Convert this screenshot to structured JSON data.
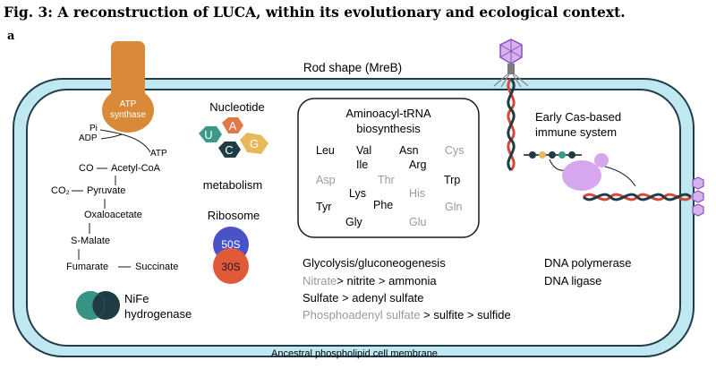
{
  "figure": {
    "title": "Fig. 3: A reconstruction of LUCA, within its evolutionary and ecological context.",
    "panel": "a"
  },
  "cell": {
    "shape_label": "Rod shape (MreB)",
    "membrane_label": "Ancestral phospholipid cell membrane"
  },
  "atp_synthase": {
    "label_line1": "ATP",
    "label_line2": "synthase",
    "pi": "Pi",
    "adp": "ADP",
    "atp": "ATP"
  },
  "pathway": {
    "co": "CO",
    "acetyl_coa": "Acetyl-CoA",
    "co2": "CO₂",
    "pyruvate": "Pyruvate",
    "oxaloacetate": "Oxaloacetate",
    "s_malate": "S-Malate",
    "fumarate": "Fumarate",
    "succinate": "Succinate"
  },
  "hydrogenase": {
    "line1": "NiFe",
    "line2": "hydrogenase"
  },
  "nucleotide": {
    "title": "Nucleotide",
    "subtitle": "metabolism",
    "bases": [
      "U",
      "A",
      "G",
      "C"
    ]
  },
  "ribosome": {
    "title": "Ribosome",
    "large": "50S",
    "small": "30S"
  },
  "trna": {
    "title_line1": "Aminoacyl-tRNA",
    "title_line2": "biosynthesis",
    "acids": {
      "leu": "Leu",
      "val": "Val",
      "asn": "Asn",
      "cys": "Cys",
      "ile": "Ile",
      "arg": "Arg",
      "asp": "Asp",
      "thr": "Thr",
      "trp": "Trp",
      "lys": "Lys",
      "his": "His",
      "tyr": "Tyr",
      "phe": "Phe",
      "gln": "Gln",
      "gly": "Gly",
      "glu": "Glu"
    }
  },
  "cas": {
    "line1": "Early Cas-based",
    "line2": "immune system"
  },
  "metabolism": {
    "glycolysis": "Glycolysis/gluconeogenesis",
    "nitrate": "Nitrate",
    "nitrite_rest": "> nitrite > ammonia",
    "sulfate": "Sulfate > adenyl sulfate",
    "phospho": "Phosphoadenyl sulfate",
    "phospho_rest": " > sulfite > sulfide"
  },
  "dna": {
    "polymerase": "DNA polymerase",
    "ligase": "DNA ligase"
  },
  "colors": {
    "membrane_fill": "#bfe8f0",
    "membrane_stroke": "#1f3d4a",
    "atp_orange": "#d98a38",
    "teal": "#3a9a8a",
    "dark_teal": "#1f3c45",
    "purple": "#b27ad8",
    "red_dna": "#d9473a",
    "ribo_blue": "#4a52c8",
    "ribo_red": "#e05a3a",
    "grey_text": "#9a9a9a"
  }
}
